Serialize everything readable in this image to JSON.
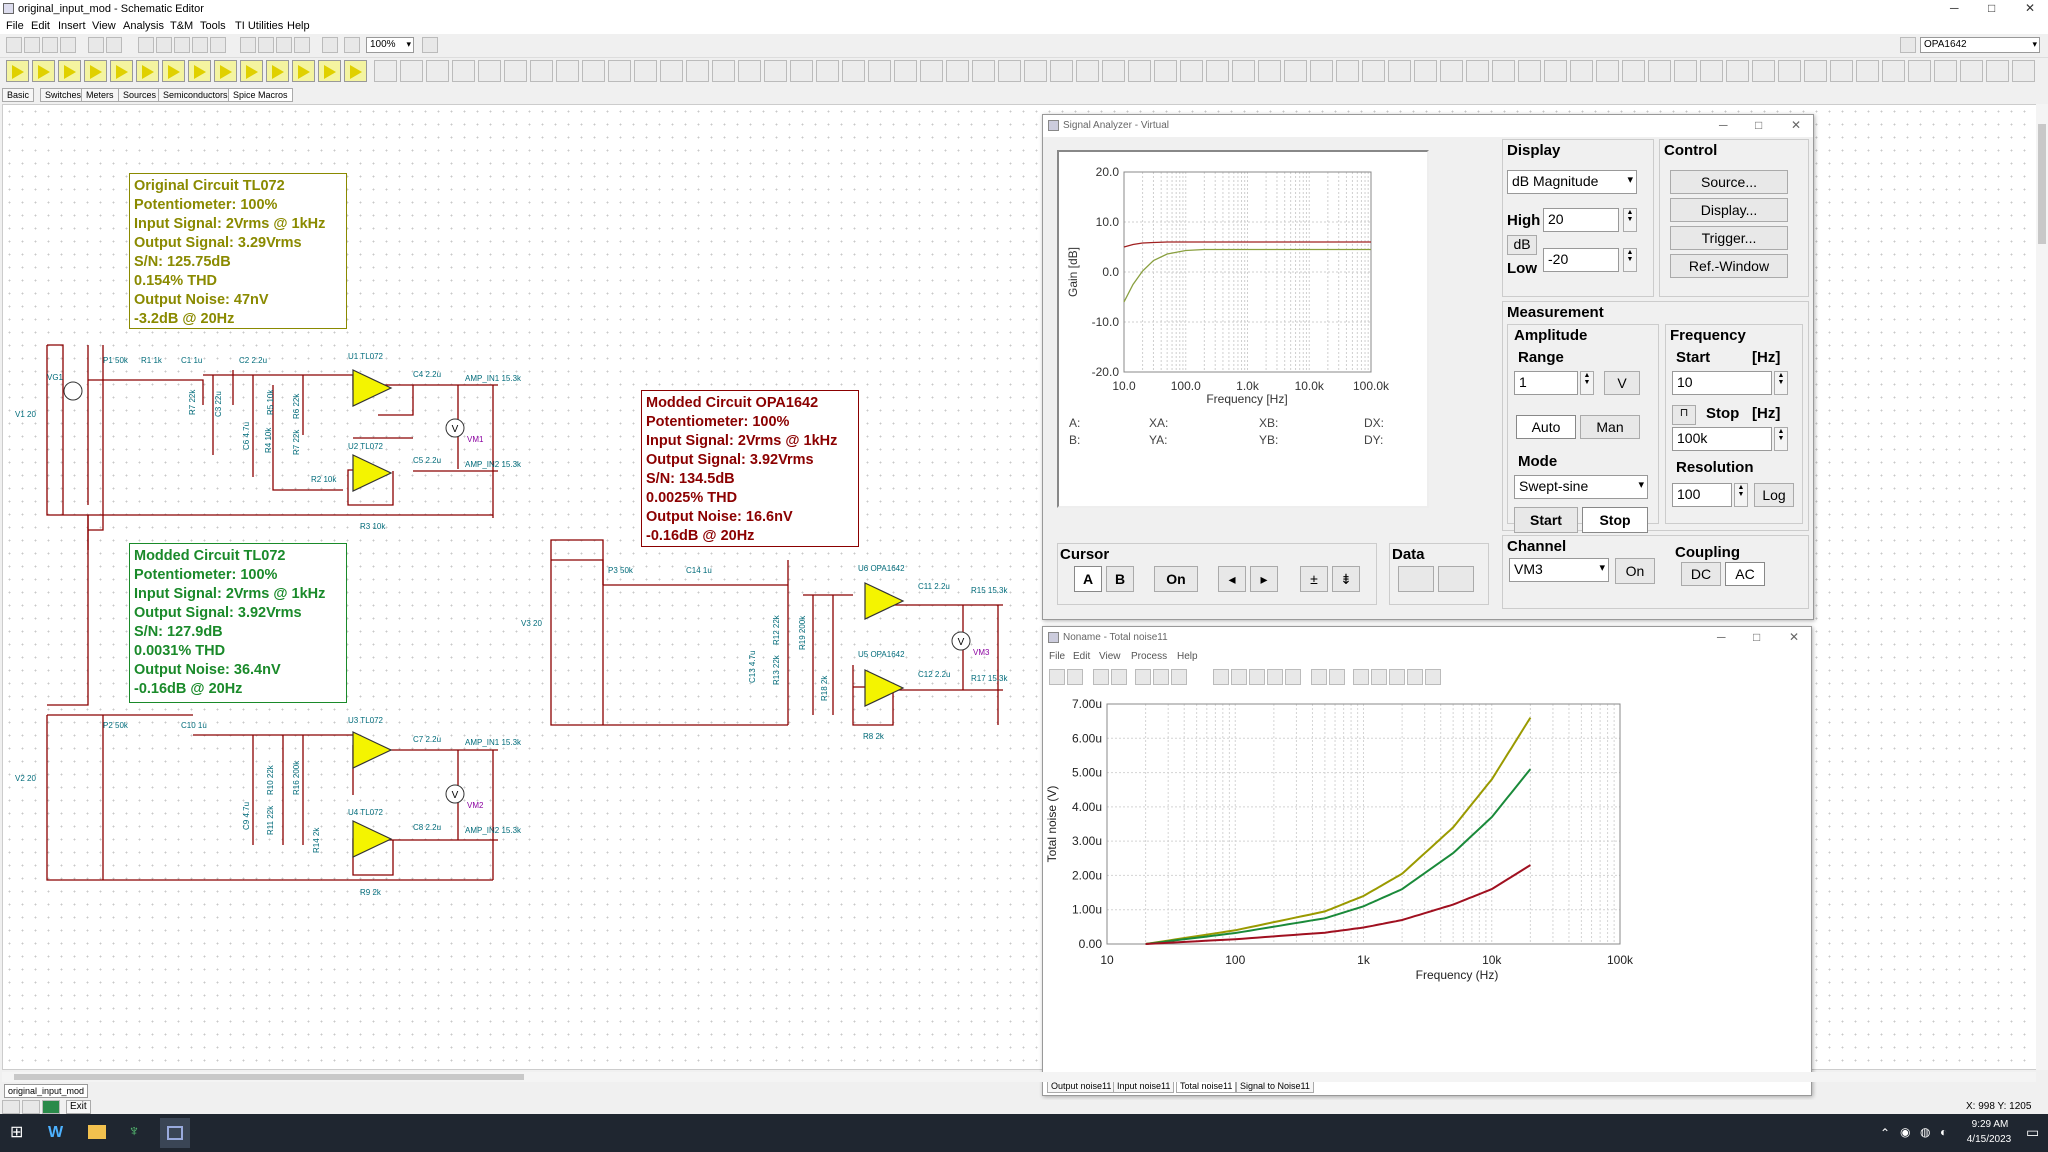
{
  "window": {
    "title": "original_input_mod - Schematic Editor",
    "min": "─",
    "max": "□",
    "close": "✕"
  },
  "menu": [
    "File",
    "Edit",
    "Insert",
    "View",
    "Analysis",
    "T&M",
    "Tools",
    "TI Utilities",
    "Help"
  ],
  "toolbar": {
    "zoom": "100%",
    "component": "OPA1642"
  },
  "component_tabs": [
    "Basic",
    "Switches",
    "Meters",
    "Sources",
    "Semiconductors",
    "Spice Macros"
  ],
  "annotations": {
    "original": {
      "color": "#8a8a00",
      "lines": [
        "Original Circuit TL072",
        "Potentiometer: 100%",
        "Input Signal: 2Vrms @ 1kHz",
        "Output Signal: 3.29Vrms",
        "S/N: 125.75dB",
        "0.154% THD",
        "Output Noise: 47nV",
        "-3.2dB @ 20Hz"
      ]
    },
    "modded_opa": {
      "color": "#8b0000",
      "lines": [
        "Modded Circuit OPA1642",
        "Potentiometer: 100%",
        "Input Signal: 2Vrms @ 1kHz",
        "Output Signal: 3.92Vrms",
        "S/N: 134.5dB",
        "0.0025% THD",
        "Output Noise: 16.6nV",
        "-0.16dB @ 20Hz"
      ]
    },
    "modded_tl072": {
      "color": "#1a8a2a",
      "lines": [
        "Modded Circuit TL072",
        "Potentiometer: 100%",
        "Input Signal: 2Vrms @ 1kHz",
        "Output Signal: 3.92Vrms",
        "S/N: 127.9dB",
        "0.0031% THD",
        "Output Noise: 36.4nV",
        "-0.16dB @ 20Hz"
      ]
    }
  },
  "schematic_labels": {
    "c1": [
      "VG1",
      "P1 50k",
      "R1 1k",
      "C1 1u",
      "C2 2.2u",
      "U1 TL072",
      "C4 2.2u",
      "AMP_IN1 15.3k",
      "V1 20",
      "R7 22k",
      "C3 22u",
      "R5 10k",
      "R6 22k",
      "C6 4.7u",
      "R4 10k",
      "R2 10k",
      "R7 22k",
      "U2 TL072",
      "C5 2.2u",
      "AMP_IN2 15.3k",
      "R3 10k",
      "VM1",
      "V"
    ],
    "c2": [
      "P2 50k",
      "C10 1u",
      "U3 TL072",
      "C7 2.2u",
      "AMP_IN1 15.3k",
      "V2 20",
      "R10 22k",
      "R16 200k",
      "C9 4.7u",
      "R11 22k",
      "R14 2k",
      "U4 TL072",
      "C8 2.2u",
      "AMP_IN2 15.3k",
      "R9 2k",
      "VM2",
      "V"
    ],
    "c3": [
      "P3 50k",
      "C14 1u",
      "U6 OPA1642",
      "C11 2.2u",
      "R15 15.3k",
      "V3 20",
      "R12 22k",
      "R19 200k",
      "C13 4.7u",
      "R13 22k",
      "R18 2k",
      "U5 OPA1642",
      "C12 2.2u",
      "R17 15.3k",
      "R8 2k",
      "VM3",
      "V"
    ]
  },
  "signal_analyzer": {
    "title": "Signal Analyzer - Virtual",
    "display_header": "Display",
    "display_mode": "dB Magnitude",
    "high_label": "High",
    "high_value": "20",
    "db_label": "dB",
    "low_label": "Low",
    "low_value": "-20",
    "control_header": "Control",
    "control_buttons": [
      "Source...",
      "Display...",
      "Trigger...",
      "Ref.-Window"
    ],
    "measurement_header": "Measurement",
    "amplitude_header": "Amplitude",
    "range_label": "Range",
    "range_value": "1",
    "unit_btn": "V",
    "auto": "Auto",
    "man": "Man",
    "frequency_header": "Frequency",
    "start_label": "Start",
    "hz1": "[Hz]",
    "start_value": "10",
    "stop_label": "Stop",
    "hz2": "[Hz]",
    "stop_value": "100k",
    "stop_icon": "⊓",
    "mode_label": "Mode",
    "mode_value": "Swept-sine",
    "resolution_label": "Resolution",
    "resolution_value": "100",
    "log": "Log",
    "start_btn": "Start",
    "stop_btn": "Stop",
    "cursor_header": "Cursor",
    "cursor_buttons": [
      "A",
      "B",
      "On",
      "◂",
      "▸",
      "±",
      "⇟"
    ],
    "data_header": "Data",
    "channel_header": "Channel",
    "channel_value": "VM3",
    "channel_on": "On",
    "coupling_header": "Coupling",
    "dc": "DC",
    "ac": "AC",
    "readouts": [
      "A:",
      "B:",
      "XA:",
      "YA:",
      "XB:",
      "YB:",
      "DX:",
      "DY:"
    ]
  },
  "sa_chart": {
    "type": "line",
    "xlabel": "Frequency [Hz]",
    "ylabel": "Gain [dB]",
    "x_ticks": [
      "10.0",
      "100.0",
      "1.0k",
      "10.0k",
      "100.0k"
    ],
    "y_ticks": [
      "20.0",
      "10.0",
      "0.0",
      "-10.0",
      "-20.0"
    ],
    "ylim": [
      -20,
      20
    ],
    "xlim": [
      10,
      100000
    ],
    "log_x": true,
    "grid": true
  },
  "noise_window": {
    "title": "Noname - Total noise11",
    "menu": [
      "File",
      "Edit",
      "View",
      "Process",
      "Help"
    ],
    "tabs": [
      "Output noise11",
      "Input noise11",
      "Total noise11",
      "Signal to Noise11"
    ]
  },
  "chart_data": {
    "type": "line",
    "xlabel": "Frequency (Hz)",
    "ylabel": "Total noise (V)",
    "x_ticks": [
      "10",
      "100",
      "1k",
      "10k",
      "100k"
    ],
    "y_ticks": [
      "7.00u",
      "6.00u",
      "5.00u",
      "4.00u",
      "3.00u",
      "2.00u",
      "1.00u",
      "0.00"
    ],
    "ylim": [
      0,
      7e-06
    ],
    "xlim": [
      10,
      100000
    ],
    "log_x": true,
    "grid": true,
    "x": [
      20,
      100,
      500,
      1000,
      2000,
      5000,
      10000,
      20000
    ],
    "series": [
      {
        "color": "#9a9a00",
        "values": [
          0,
          4e-07,
          9.5e-07,
          1.4e-06,
          2.05e-06,
          3.4e-06,
          4.8e-06,
          6.6e-06
        ]
      },
      {
        "color": "#1a8a3a",
        "values": [
          0,
          3.2e-07,
          7.5e-07,
          1.1e-06,
          1.6e-06,
          2.65e-06,
          3.7e-06,
          5.1e-06
        ]
      },
      {
        "color": "#a01020",
        "values": [
          0,
          1.4e-07,
          3.3e-07,
          4.8e-07,
          7e-07,
          1.15e-06,
          1.6e-06,
          2.3e-06
        ]
      }
    ]
  },
  "sa_data": {
    "x": [
      10,
      14,
      20,
      30,
      50,
      100,
      200,
      1000,
      10000,
      100000
    ],
    "series": [
      {
        "color": "#a02020",
        "values": [
          5.0,
          5.5,
          5.8,
          5.9,
          6.0,
          6.0,
          6.0,
          6.0,
          6.0,
          6.0
        ]
      },
      {
        "color": "#8aa040",
        "values": [
          -6.0,
          -2.5,
          0.2,
          2.3,
          3.6,
          4.3,
          4.5,
          4.5,
          4.5,
          4.5
        ]
      }
    ]
  },
  "status": {
    "coords": "X: 998  Y: 1205",
    "doc_tab": "original_input_mod",
    "exit": "Exit"
  },
  "taskbar": {
    "time": "9:29 AM",
    "date": "4/15/2023"
  }
}
